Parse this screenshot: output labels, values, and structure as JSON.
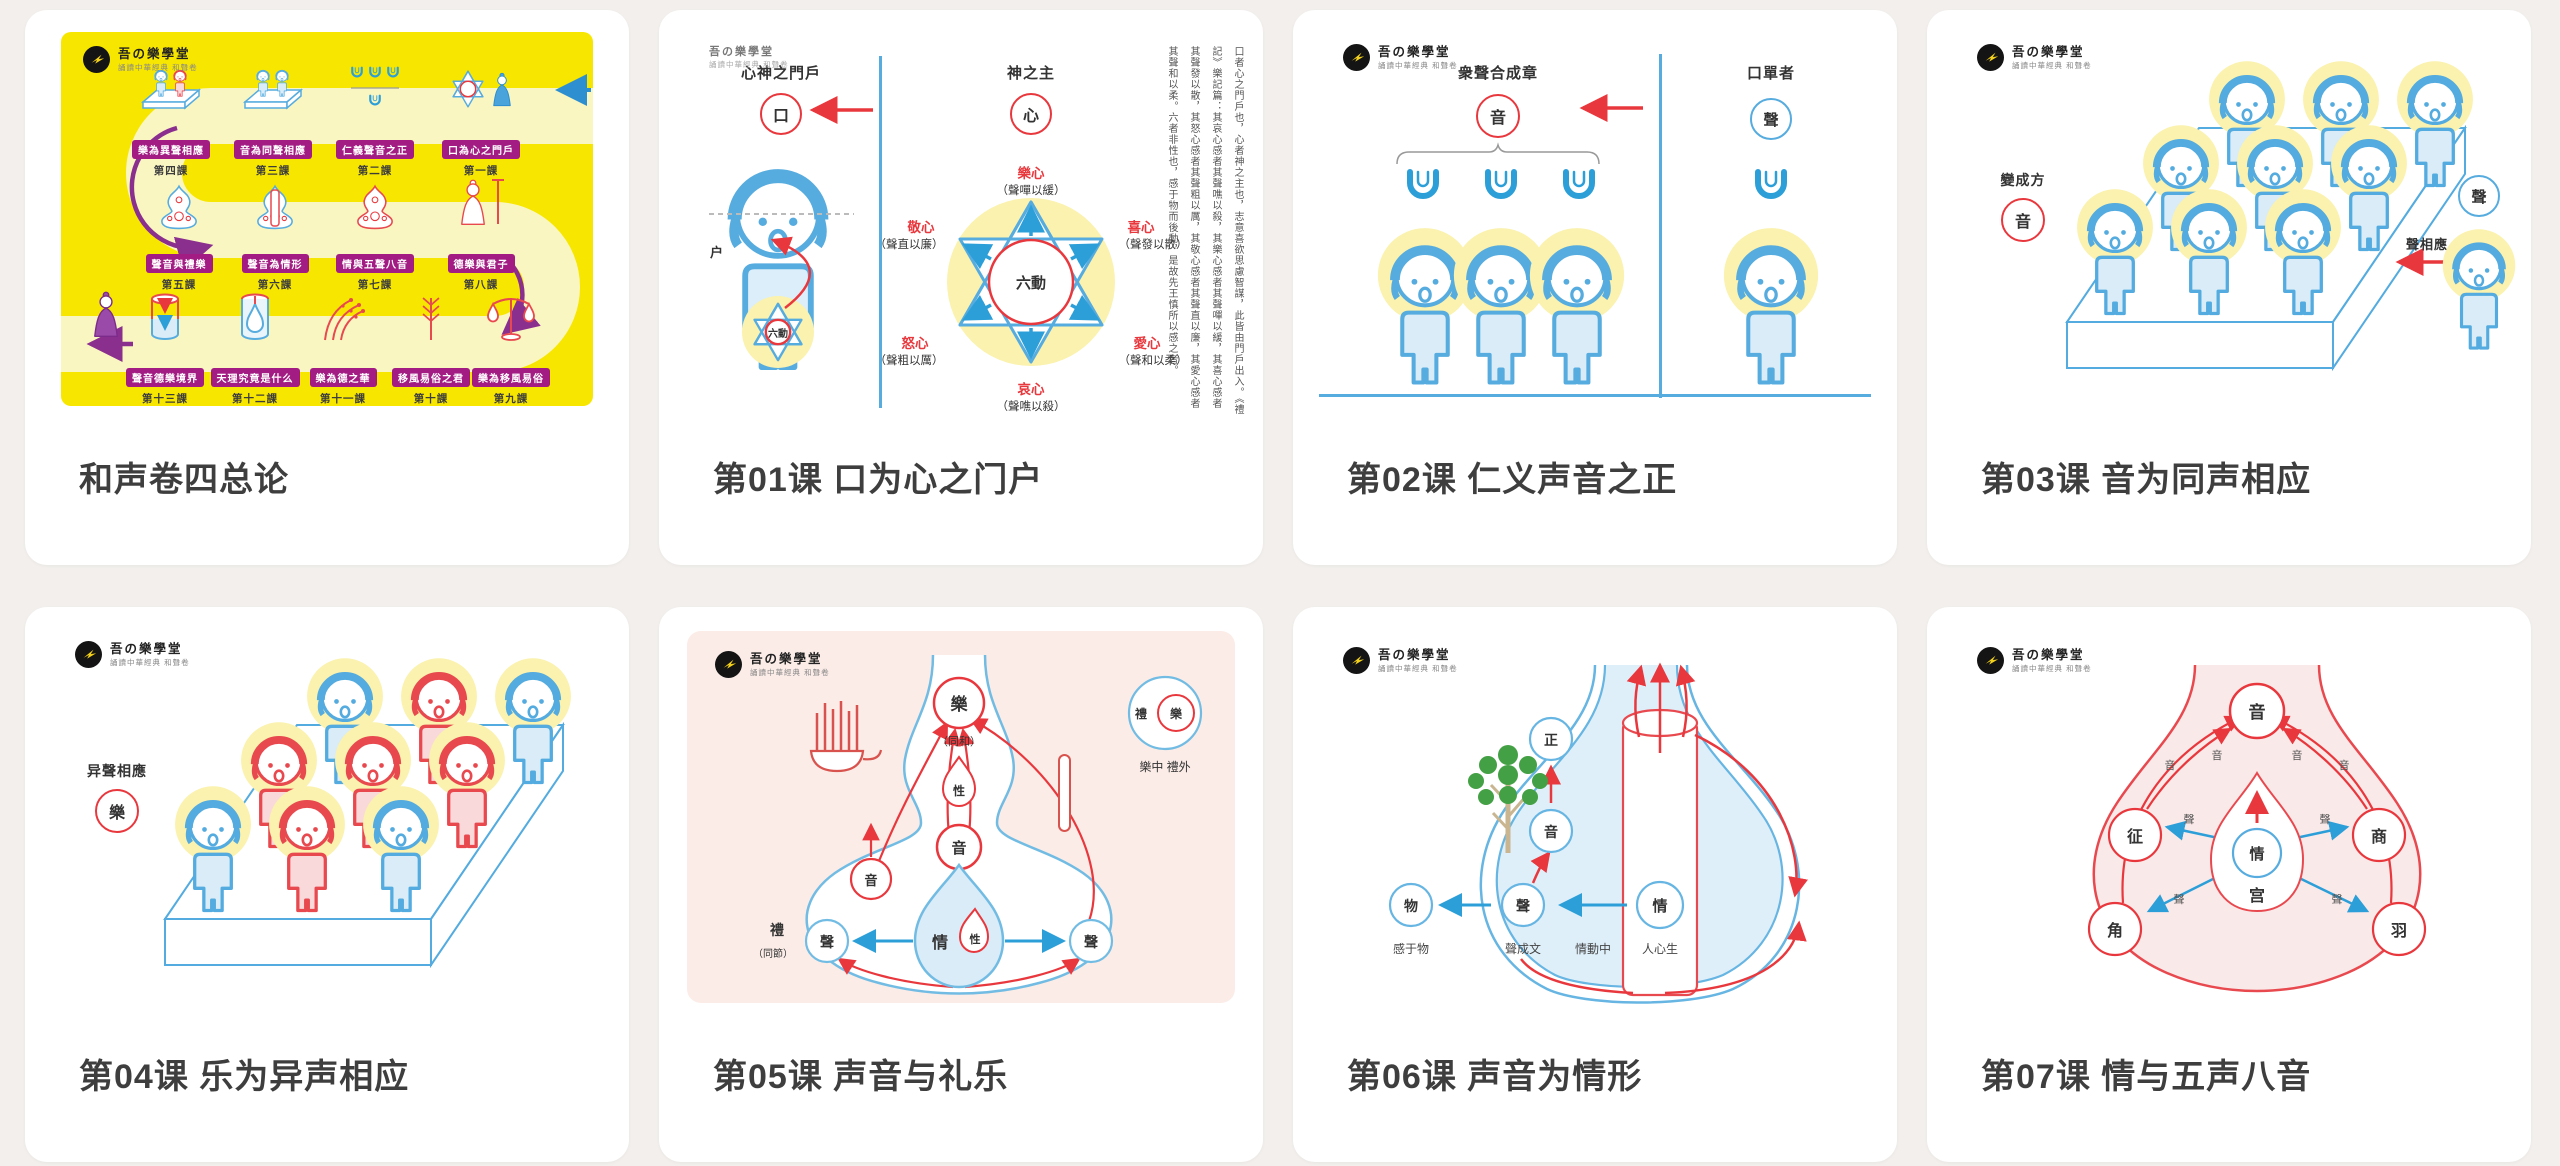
{
  "brand": {
    "name": "吾の樂學堂",
    "subtitle": "誦讀中華經典 和聲卷"
  },
  "cards": [
    {
      "title": "和声卷四总论",
      "stations": [
        {
          "label": "口為心之門戶",
          "lesson": "第一課"
        },
        {
          "label": "仁義聲音之正",
          "lesson": "第二課"
        },
        {
          "label": "音為同聲相應",
          "lesson": "第三課"
        },
        {
          "label": "樂為異聲相應",
          "lesson": "第四課"
        },
        {
          "label": "聲音與禮樂",
          "lesson": "第五課"
        },
        {
          "label": "聲音為情形",
          "lesson": "第六課"
        },
        {
          "label": "情與五聲八音",
          "lesson": "第七課"
        },
        {
          "label": "德樂與君子",
          "lesson": "第八課"
        },
        {
          "label": "樂為移風易俗",
          "lesson": "第九課"
        },
        {
          "label": "移風易俗之君",
          "lesson": "第十課"
        },
        {
          "label": "樂為德之華",
          "lesson": "第十一課"
        },
        {
          "label": "天理究竟是什么",
          "lesson": "第十二課"
        },
        {
          "label": "聲音德樂境界",
          "lesson": "第十三課"
        }
      ]
    },
    {
      "title": "第01课 口为心之门户",
      "left_label": "心神之門戶",
      "left_circle": "口",
      "door": "户",
      "badge": "六動",
      "right_label": "神之主",
      "right_circle": "心",
      "core": "六動",
      "emotions": [
        {
          "name": "樂心",
          "note": "（聲嘽以緩）"
        },
        {
          "name": "敬心",
          "note": "（聲直以廉）"
        },
        {
          "name": "喜心",
          "note": "（聲發以散）"
        },
        {
          "name": "怒心",
          "note": "（聲粗以厲）"
        },
        {
          "name": "愛心",
          "note": "（聲和以柔）"
        },
        {
          "name": "哀心",
          "note": "（聲噍以殺）"
        }
      ],
      "columns": [
        "口者心之門戶也，心者神之主也，志意喜欲思慮智謀，此皆由門戶出入。《禮",
        "記》樂記篇：其哀心感者其聲噍以殺，其樂心感者其聲嘽以緩，其喜心感者",
        "其聲發以散，其怒心感者其聲粗以厲，其敬心感者其聲直以廉，其愛心感者",
        "其聲和以柔。六者非性也，感于物而後動，是故先王慎所以感之者。"
      ]
    },
    {
      "title": "第02课 仁义声音之正",
      "left_label": "衆聲合成章",
      "left_circle": "音",
      "right_label": "口單者",
      "right_circle": "聲"
    },
    {
      "title": "第03课 音为同声相应",
      "label": "變成方",
      "circle": "音",
      "right_circle": "聲",
      "arrow_label": "聲相應"
    },
    {
      "title": "第04课 乐为异声相应",
      "label": "异聲相應",
      "circle": "樂"
    },
    {
      "title": "第05课 声音与礼乐",
      "top": "樂",
      "top_note": "（同和）",
      "xing": "性",
      "yin": "音",
      "qing": "情",
      "qing_xing": "性",
      "sheng": "聲",
      "yin2": "音",
      "li": "禮",
      "li_note": "（同節）",
      "inset_outer": "禮",
      "inset_inner": "樂",
      "inset_caption": "樂中 禮外"
    },
    {
      "title": "第06课 声音为情形",
      "zheng": "正",
      "yin": "音",
      "sheng": "聲",
      "wu": "物",
      "qing": "情",
      "cap_wu": "感于物",
      "cap_sheng": "聲成文",
      "cap_mid": "情動中",
      "cap_qing": "人心生"
    },
    {
      "title": "第07课 情与五声八音",
      "top": "音",
      "qing": "情",
      "gong": "宫",
      "tones": [
        "征",
        "商",
        "角",
        "羽"
      ],
      "yin_label": "音",
      "sheng_label": "聲"
    }
  ]
}
